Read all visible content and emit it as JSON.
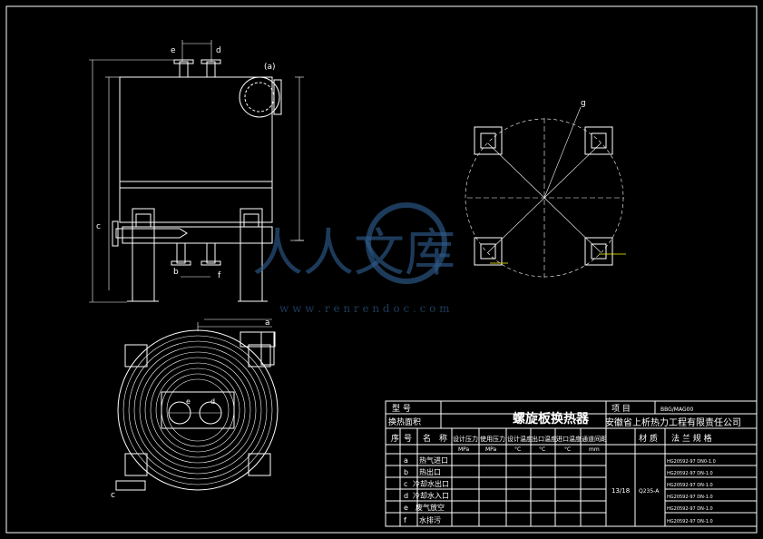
{
  "labels": {
    "e": "e",
    "d": "d",
    "a_top": "(a)",
    "c": "c",
    "b": "b",
    "f": "f",
    "a_bottom": "a",
    "g": "g",
    "e_plan": "e",
    "d_plan": "d",
    "c_plan": "c"
  },
  "title_block": {
    "row1_left": "型    号",
    "row1_right": "项    目",
    "row1_code": "BBG/MAG00",
    "product_name": "螺旋板换热器",
    "heat_area_label": "换热面积",
    "company": "安徽省上析热力工程有限责任公司",
    "header": [
      "序",
      "号",
      "名",
      "称",
      "设计压力",
      "使用压力",
      "设计温度",
      "出口温度",
      "进口温度",
      "通道间距",
      "材 质",
      "法 兰 规 格"
    ],
    "units": [
      "MPa",
      "MPa",
      "°C",
      "°C",
      "°C",
      "mm"
    ],
    "spacing_value": "13/18",
    "material_value": "Q235-A",
    "rows": [
      {
        "no": "a",
        "name": "热气进口",
        "flange": "HG20592-97 DN0-1.0"
      },
      {
        "no": "b",
        "name": "热出口",
        "flange": "HG20592-97 DN-1.0"
      },
      {
        "no": "c",
        "name": "冷却水出口",
        "flange": "HG20592-97 DN-1.0"
      },
      {
        "no": "d",
        "name": "冷却水入口",
        "flange": "HG20592-97 DN-1.0"
      },
      {
        "no": "e",
        "name": "废气放空",
        "flange": "HG20592-97 DN-1.0"
      },
      {
        "no": "f",
        "name": "水排污",
        "flange": "HG20592-97 DN-1.0"
      }
    ]
  },
  "watermark": {
    "brand": "人人文库",
    "url": "w w w . r e n r e n d o c . c o m"
  }
}
